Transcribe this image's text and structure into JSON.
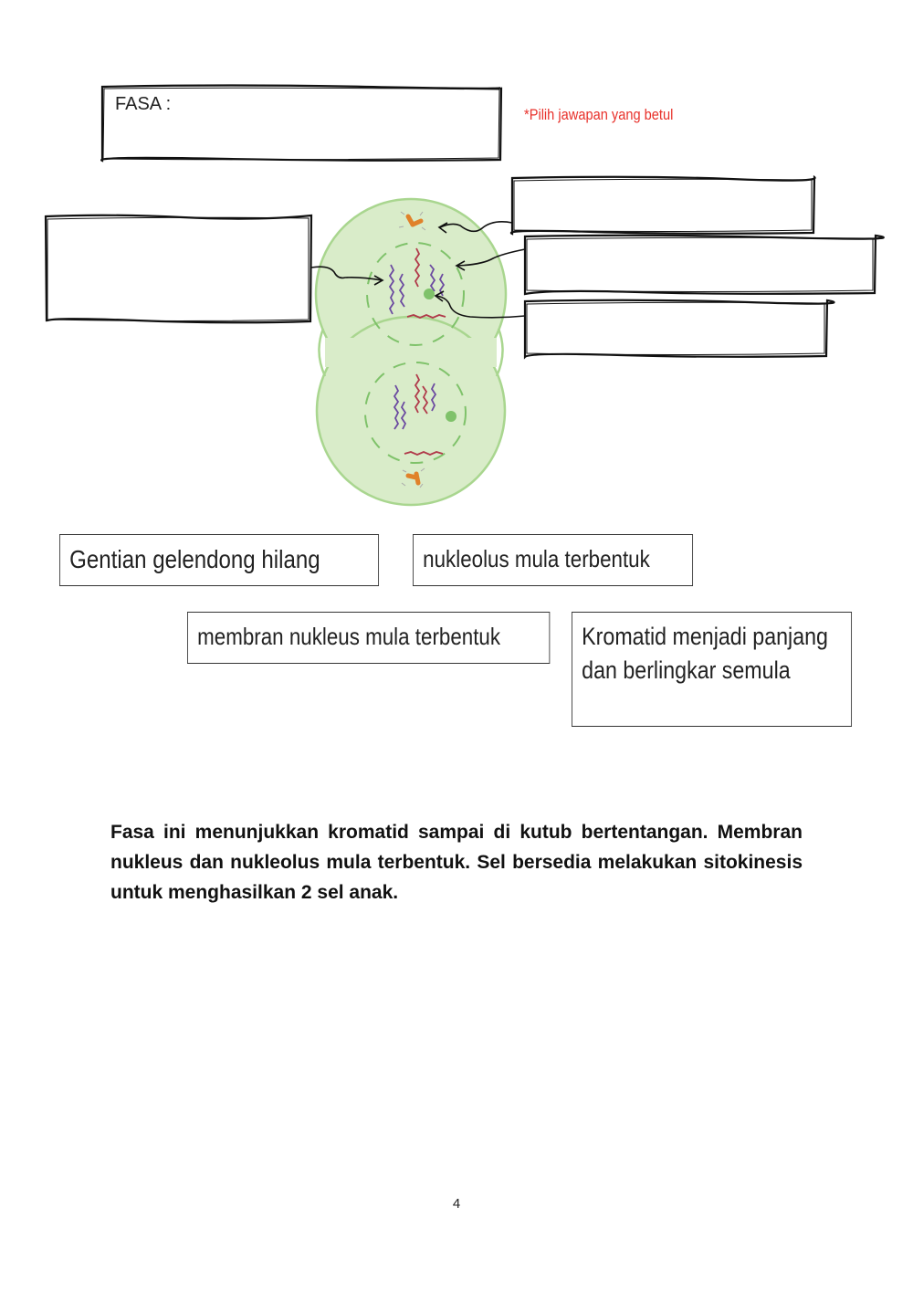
{
  "header": {
    "fasa_label": "FASA  :",
    "instruction": "*Pilih jawapan yang betul"
  },
  "choices": [
    "Gentian gelendong hilang",
    "nukleolus mula terbentuk",
    "membran nukleus mula terbentuk",
    "Kromatid menjadi panjang dan berlingkar semula"
  ],
  "description": "Fasa ini menunjukkan kromatid sampai di kutub bertentangan. Membran nukleus dan nukleolus mula terbentuk. Sel bersedia melakukan sitokinesis untuk menghasilkan 2 sel anak.",
  "page_number": "4",
  "colors": {
    "instruction": "#e8312b",
    "cell_fill": "#d9ecc9",
    "cell_border": "#a9d68f",
    "chromatid_purple": "#6b4aa0",
    "chromatid_red": "#b03a4a",
    "centrosome": "#e0822a"
  }
}
